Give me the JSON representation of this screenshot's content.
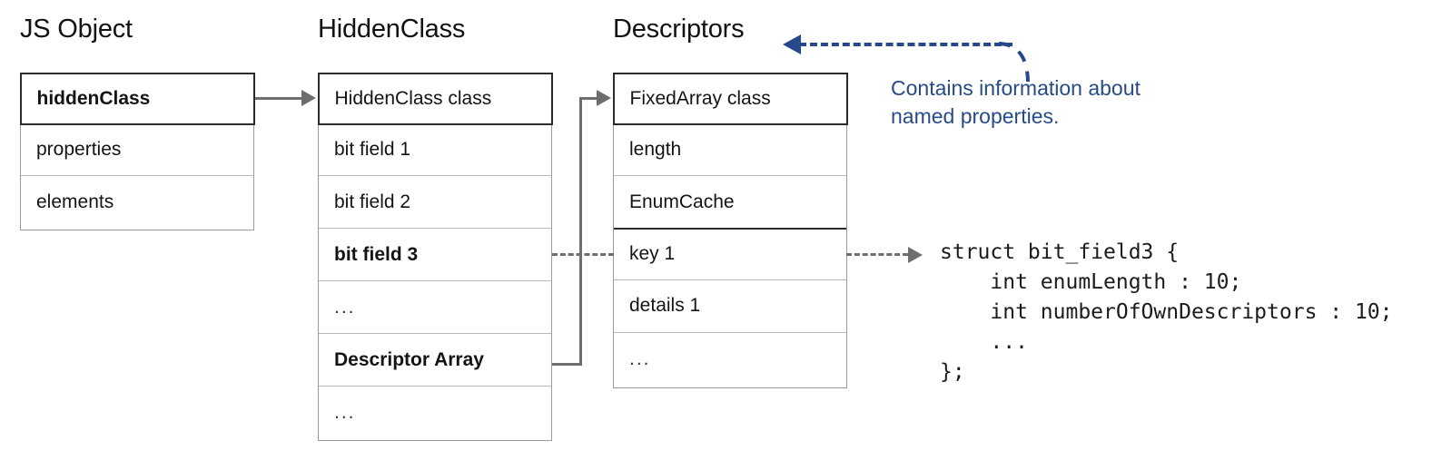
{
  "diagram": {
    "title_js_object": "JS Object",
    "title_hidden_class": "HiddenClass",
    "title_descriptors": "Descriptors",
    "js_object_rows": [
      {
        "label": "hiddenClass",
        "bold": true
      },
      {
        "label": "properties",
        "bold": false
      },
      {
        "label": "elements",
        "bold": false
      }
    ],
    "hidden_class_rows": [
      {
        "label": "HiddenClass class",
        "bold": false
      },
      {
        "label": "bit field 1",
        "bold": false
      },
      {
        "label": "bit field 2",
        "bold": false
      },
      {
        "label": "bit field 3",
        "bold": true
      },
      {
        "label": "...",
        "bold": false
      },
      {
        "label": "Descriptor Array",
        "bold": true
      },
      {
        "label": "...",
        "bold": false
      }
    ],
    "descriptors_rows": [
      {
        "label": "FixedArray class",
        "bold": false
      },
      {
        "label": "length",
        "bold": false
      },
      {
        "label": "EnumCache",
        "bold": false
      },
      {
        "label": "key 1",
        "bold": false
      },
      {
        "label": "details 1",
        "bold": false
      },
      {
        "label": "...",
        "bold": false
      }
    ],
    "annotation": "Contains information about\nnamed properties.",
    "annotation_color": "#27488a",
    "code_lines": [
      "struct bit_field3 {",
      "    int enumLength : 10;",
      "    int numberOfOwnDescriptors : 10;",
      "    ...",
      "};"
    ],
    "code_block": "struct bit_field3 {\n    int enumLength : 10;\n    int numberOfOwnDescriptors : 10;\n    ...\n};"
  }
}
